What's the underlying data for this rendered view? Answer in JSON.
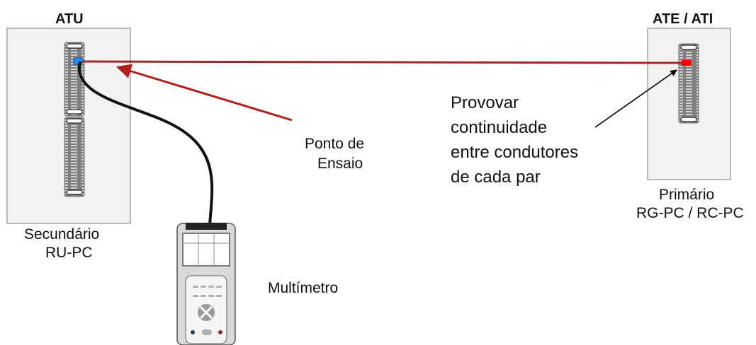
{
  "panels": {
    "left": {
      "title": "ATU",
      "caption_line1": "Secundário",
      "caption_line2": "RU-PC"
    },
    "right": {
      "title": "ATE / ATI",
      "caption_line1": "Primário",
      "caption_line2": "RG-PC / RC-PC"
    }
  },
  "annotations": {
    "test_point_line1": "Ponto de",
    "test_point_line2": "Ensaio",
    "instruction_line1": "Provovar",
    "instruction_line2": "continuidade",
    "instruction_line3": "entre condutores",
    "instruction_line4": "de cada par",
    "meter_label": "Multímetro"
  },
  "colors": {
    "panel_fill": "#f2f2f2",
    "panel_stroke": "#a6a6a6",
    "terminal_block": "#7f7f7f",
    "cable_line": "#9c2a2a",
    "arrow_red": "#b01e1e",
    "test_point_left": "#1e90ff",
    "test_point_right": "#ff0000",
    "probe_cable": "#111111",
    "meter_body": "#d9d9d9"
  }
}
